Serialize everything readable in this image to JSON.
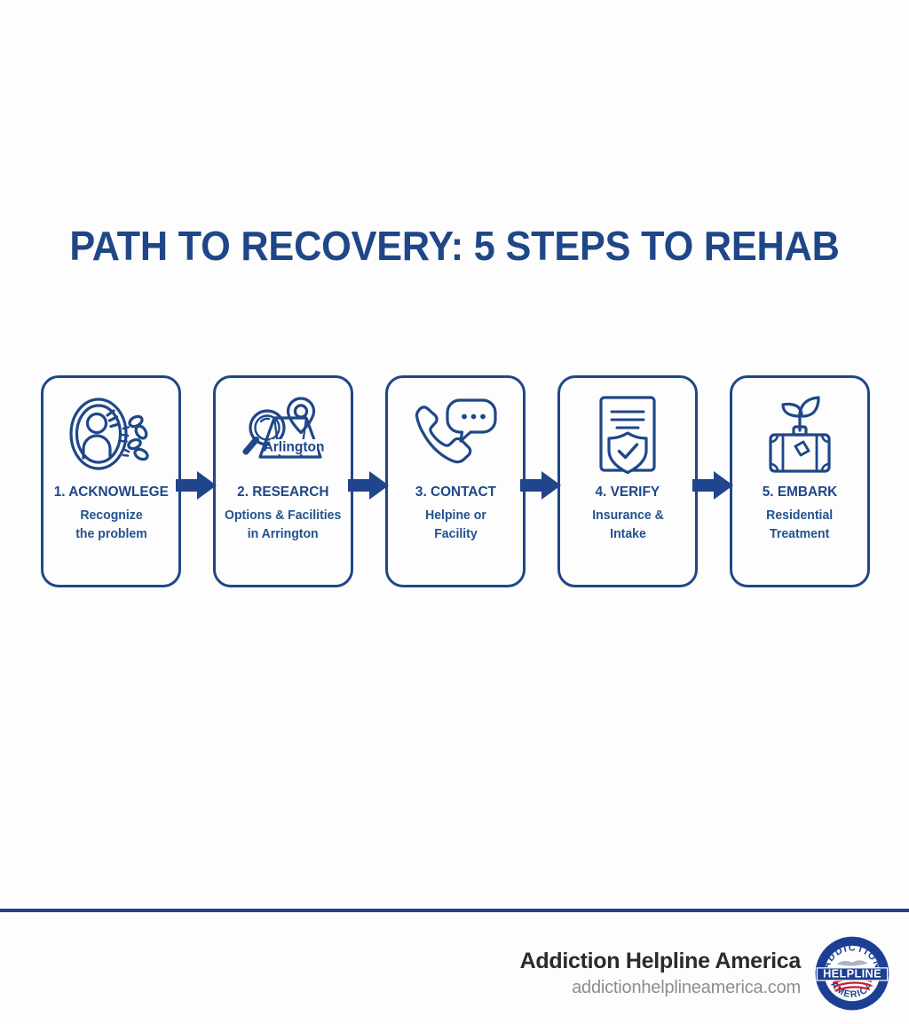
{
  "title": "PATH TO RECOVERY: 5 STEPS TO REHAB",
  "colors": {
    "navy": "#1f4788",
    "rule": "#21408f",
    "background": "#fdfdfd",
    "brand_text": "#2b2b2b",
    "url_text": "#8d8d8d",
    "seal_red": "#c8202e"
  },
  "steps": [
    {
      "heading": "1. ACKNOWLEGE",
      "line1": "Recognize",
      "line2": "the problem",
      "icon": "person-in-mirror-broken-chain-icon"
    },
    {
      "heading": "2. RESEARCH",
      "line1": "Options & Facilities",
      "line2": "in Arrington",
      "icon": "magnifier-map-pin-icon",
      "map_label": "Arlington"
    },
    {
      "heading": "3. CONTACT",
      "line1": "Helpine or",
      "line2": "Facility",
      "icon": "phone-speech-bubble-icon"
    },
    {
      "heading": "4. VERIFY",
      "line1": "Insurance &",
      "line2": "Intake",
      "icon": "document-shield-check-icon"
    },
    {
      "heading": "5. EMBARK",
      "line1": "Residential",
      "line2": "Treatment",
      "icon": "suitcase-plant-icon"
    }
  ],
  "arrows": {
    "label": "next-step-arrow"
  },
  "footer": {
    "brand_name": "Addiction Helpline America",
    "url": "addictionhelplineamerica.com",
    "seal": {
      "top_text": "ADDICTION",
      "center_text": "HELPLINE",
      "bottom_text": "AMERICA"
    }
  }
}
